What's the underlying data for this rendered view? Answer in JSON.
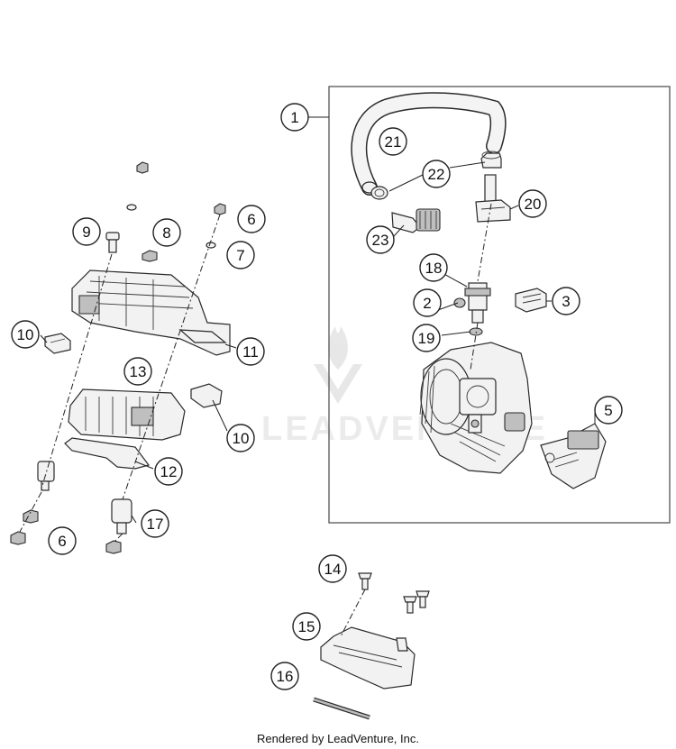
{
  "callouts": [
    {
      "id": "1",
      "label": "1"
    },
    {
      "id": "2",
      "label": "2"
    },
    {
      "id": "3",
      "label": "3"
    },
    {
      "id": "5",
      "label": "5"
    },
    {
      "id": "6a",
      "label": "6"
    },
    {
      "id": "6b",
      "label": "6"
    },
    {
      "id": "7",
      "label": "7"
    },
    {
      "id": "8",
      "label": "8"
    },
    {
      "id": "9",
      "label": "9"
    },
    {
      "id": "10a",
      "label": "10"
    },
    {
      "id": "10b",
      "label": "10"
    },
    {
      "id": "11",
      "label": "11"
    },
    {
      "id": "12",
      "label": "12"
    },
    {
      "id": "13",
      "label": "13"
    },
    {
      "id": "14",
      "label": "14"
    },
    {
      "id": "15",
      "label": "15"
    },
    {
      "id": "16",
      "label": "16"
    },
    {
      "id": "17",
      "label": "17"
    },
    {
      "id": "18",
      "label": "18"
    },
    {
      "id": "19",
      "label": "19"
    },
    {
      "id": "20",
      "label": "20"
    },
    {
      "id": "21",
      "label": "21"
    },
    {
      "id": "22",
      "label": "22"
    },
    {
      "id": "23",
      "label": "23"
    }
  ],
  "watermark": "LEADVENTURE",
  "footer": "Rendered by LeadVenture, Inc."
}
